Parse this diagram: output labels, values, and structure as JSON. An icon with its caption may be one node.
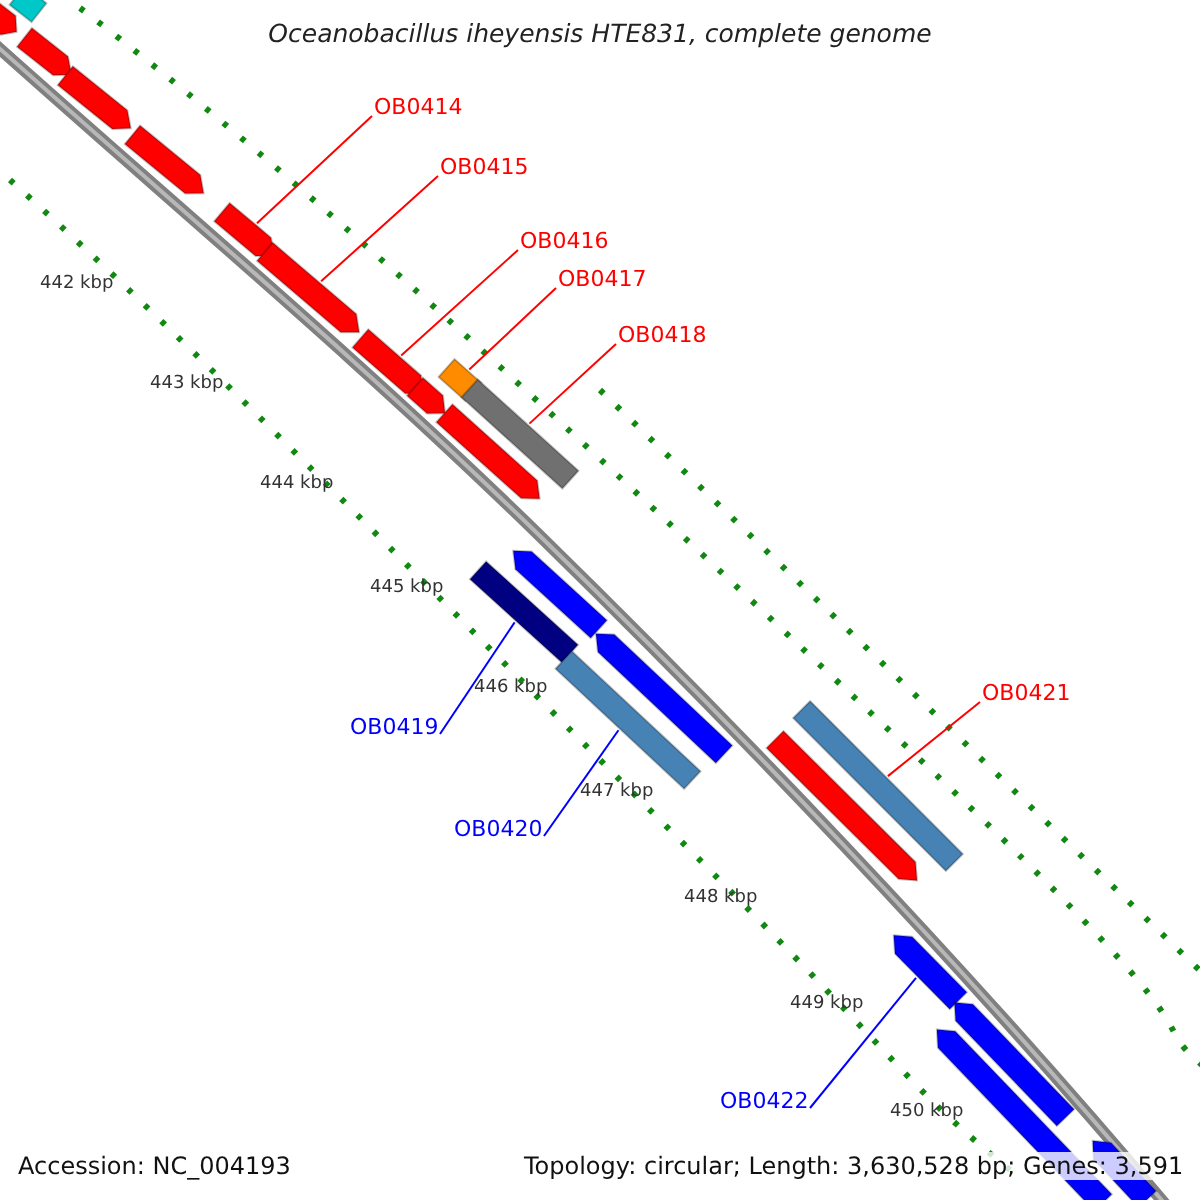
{
  "diagram": {
    "title": "Oceanobacillus iheyensis HTE831, complete genome",
    "nodes": [
      {
        "text": [
          "OB0414"
        ]
      },
      {
        "text": [
          "OB0415"
        ]
      },
      {
        "text": [
          "OB0416"
        ]
      },
      {
        "text": [
          "OB0417"
        ]
      },
      {
        "text": [
          "OB0418"
        ]
      },
      {
        "text": [
          "OB0421"
        ]
      },
      {
        "text": [
          "OB0419"
        ]
      },
      {
        "text": [
          "OB0420"
        ]
      },
      {
        "text": [
          "OB0422"
        ]
      },
      {
        "text": [],
        "shape": "bar"
      },
      {
        "text": [],
        "shape": "bar"
      },
      {
        "text": [],
        "shape": "bar"
      },
      {
        "text": [],
        "shape": "bar"
      },
      {
        "text": [],
        "shape": "bar"
      },
      {
        "text": [],
        "shape": "bar"
      },
      {
        "text": [],
        "shape": "bar"
      },
      {
        "text": [],
        "shape": "bar"
      },
      {
        "text": [],
        "shape": "bar"
      },
      {
        "text": [],
        "shape": "bar"
      },
      {
        "text": [],
        "shape": "bar"
      },
      {
        "text": [],
        "shape": "bar"
      },
      {
        "text": [],
        "shape": "bar"
      },
      {
        "text": [],
        "shape": "bar"
      },
      {
        "text": [],
        "shape": "bar"
      },
      {
        "text": [],
        "shape": "bar"
      },
      {
        "text": [],
        "shape": "bar"
      },
      {
        "text": [],
        "shape": "bar"
      },
      {
        "text": [],
        "shape": "bar"
      },
      {
        "text": [],
        "shape": "bar"
      },
      {
        "text": [],
        "shape": "bar"
      },
      {
        "text": [],
        "shape": "bar"
      }
    ],
    "edges": [
      {
        "from": 0,
        "to": 14,
        "arrow": "none"
      },
      {
        "from": 1,
        "to": 15,
        "arrow": "none"
      },
      {
        "from": 2,
        "to": 16,
        "arrow": "none"
      },
      {
        "from": 3,
        "to": 18,
        "arrow": "none"
      },
      {
        "from": 4,
        "to": 19,
        "arrow": "none"
      },
      {
        "from": 5,
        "to": 25,
        "arrow": "none"
      },
      {
        "from": 6,
        "to": 23,
        "arrow": "none",
        "color": "#0000ff"
      },
      {
        "from": 7,
        "to": 24,
        "arrow": "none",
        "color": "#0000ff"
      },
      {
        "from": 8,
        "to": 27,
        "arrow": "none",
        "color": "#0000ff"
      }
    ],
    "labels": [
      "442 kbp",
      "443 kbp",
      "444 kbp",
      "445 kbp",
      "446 kbp",
      "447 kbp",
      "448 kbp",
      "449 kbp",
      "450 kbp",
      "Accession: NC_004193",
      "Topology: circular; Length: 3,630,528 bp; Genes: 3,591"
    ]
  }
}
